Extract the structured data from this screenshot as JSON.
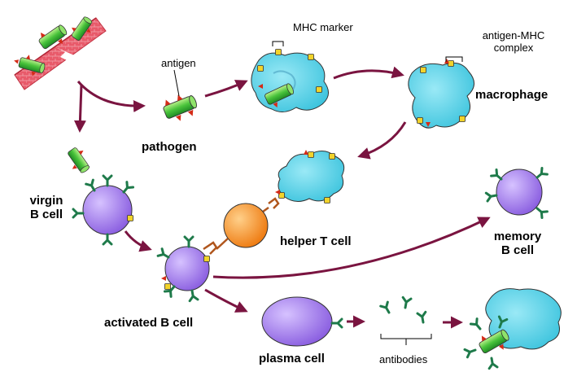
{
  "labels": {
    "mhc_marker": "MHC marker",
    "antigen_mhc_complex": "antigen-MHC\ncomplex",
    "antigen": "antigen",
    "pathogen": "pathogen",
    "macrophage": "macrophage",
    "virgin_b_cell": "virgin\nB cell",
    "helper_t_cell": "helper T cell",
    "memory_b_cell": "memory\nB cell",
    "activated_b_cell": "activated B cell",
    "plasma_cell": "plasma cell",
    "antibodies": "antibodies"
  },
  "colors": {
    "arrow": "#7a1440",
    "macrophage_fill": "#52cfe6",
    "b_cell_fill": "#a983ef",
    "helper_t_fill": "#f5901f",
    "pathogen_fill": "#49c33b",
    "antibody": "#1e7a4a",
    "mhc_marker": "#f2d32a",
    "antigen_spike": "#d42b17",
    "skin": "#e85a6a",
    "tcr": "#b0561d"
  },
  "icons": [
    "pathogen-icon",
    "macrophage-icon",
    "b-cell-icon",
    "helper-t-cell-icon",
    "antibody-icon",
    "skin-barrier-icon",
    "plasma-cell-icon"
  ]
}
